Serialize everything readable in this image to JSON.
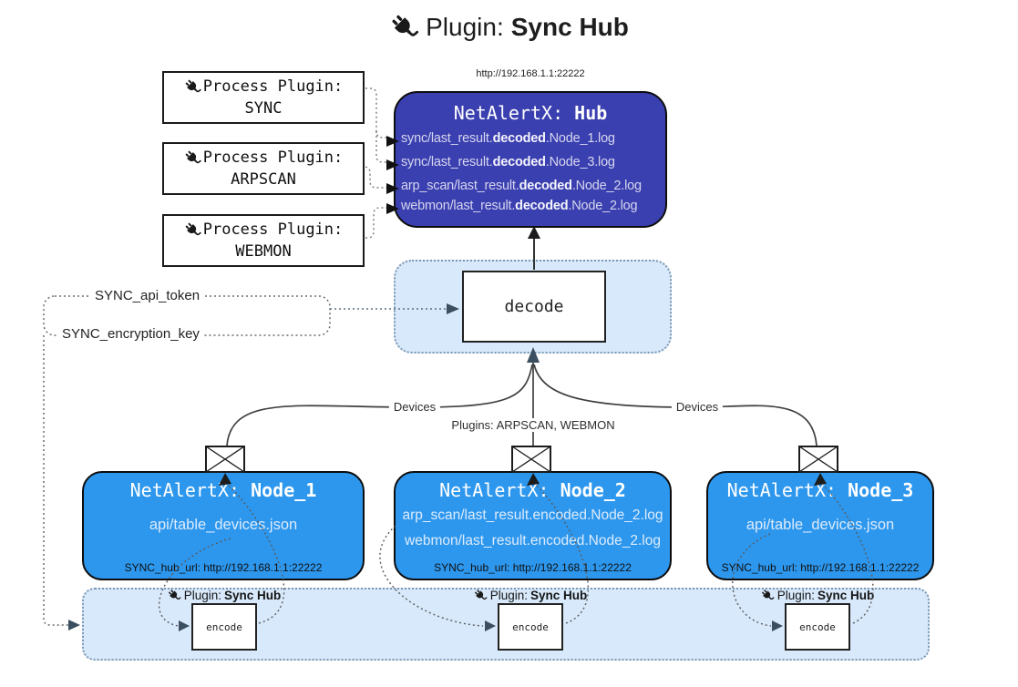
{
  "title": {
    "prefix": "Plugin:",
    "name": "Sync Hub"
  },
  "hub": {
    "url": "http://192.168.1.1:22222",
    "title_prefix": "NetAlertX: ",
    "title_name": "Hub",
    "files": [
      {
        "pre": "sync/last_result.",
        "bold": "decoded",
        "post": ".Node_1.log"
      },
      {
        "pre": "sync/last_result.",
        "bold": "decoded",
        "post": ".Node_3.log"
      },
      {
        "pre": "arp_scan/last_result.",
        "bold": "decoded",
        "post": ".Node_2.log"
      },
      {
        "pre": "webmon/last_result.",
        "bold": "decoded",
        "post": ".Node_2.log"
      }
    ]
  },
  "process_plugins": [
    {
      "label": "Process Plugin:",
      "name": "SYNC"
    },
    {
      "label": "Process Plugin:",
      "name": "ARPSCAN"
    },
    {
      "label": "Process Plugin:",
      "name": "WEBMON"
    }
  ],
  "decode": {
    "label": "decode"
  },
  "settings": {
    "api_token": "SYNC_api_token",
    "encryption_key": "SYNC_encryption_key"
  },
  "edges": {
    "devices_left": "Devices",
    "plugins_center": "Plugins: ARPSCAN, WEBMON",
    "devices_right": "Devices"
  },
  "nodes": [
    {
      "title_prefix": "NetAlertX: ",
      "name": "Node_1",
      "files": [
        "api/table_devices.json"
      ],
      "hub_url": "SYNC_hub_url: http://192.168.1.1:22222"
    },
    {
      "title_prefix": "NetAlertX: ",
      "name": "Node_2",
      "files": [
        "arp_scan/last_result.encoded.Node_2.log",
        "webmon/last_result.encoded.Node_2.log"
      ],
      "hub_url": "SYNC_hub_url: http://192.168.1.1:22222"
    },
    {
      "title_prefix": "NetAlertX: ",
      "name": "Node_3",
      "files": [
        "api/table_devices.json"
      ],
      "hub_url": "SYNC_hub_url: http://192.168.1.1:22222"
    }
  ],
  "encode_sections": [
    {
      "label_prefix": "Plugin:",
      "label_name": "Sync Hub",
      "box_label": "encode"
    },
    {
      "label_prefix": "Plugin:",
      "label_name": "Sync Hub",
      "box_label": "encode"
    },
    {
      "label_prefix": "Plugin:",
      "label_name": "Sync Hub",
      "box_label": "encode"
    }
  ],
  "colors": {
    "hub_fill": "#3b40b0",
    "node_fill": "#2d97ee",
    "soft_container_fill": "#d8e9fb",
    "soft_container_border": "#7e98b0",
    "slate_arrow": "#3b4f61",
    "line_dark": "#3f3f3f"
  }
}
